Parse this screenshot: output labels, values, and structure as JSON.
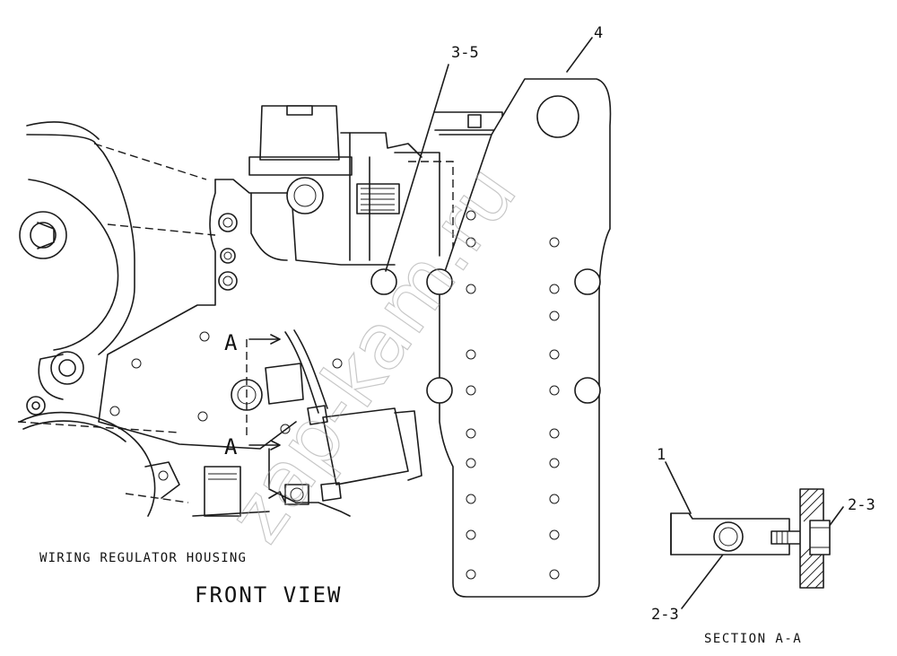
{
  "diagram": {
    "callouts": {
      "c1": "1",
      "c2_3_right": "2-3",
      "c2_3_bottom": "2-3",
      "c3_5": "3-5",
      "c4": "4"
    },
    "section_marks": {
      "upper": "A",
      "lower": "A"
    },
    "labels": {
      "wiring": "WIRING REGULATOR HOUSING",
      "front_view": "FRONT VIEW",
      "section": "SECTION A-A"
    },
    "watermark": "zap-kam.ru"
  }
}
